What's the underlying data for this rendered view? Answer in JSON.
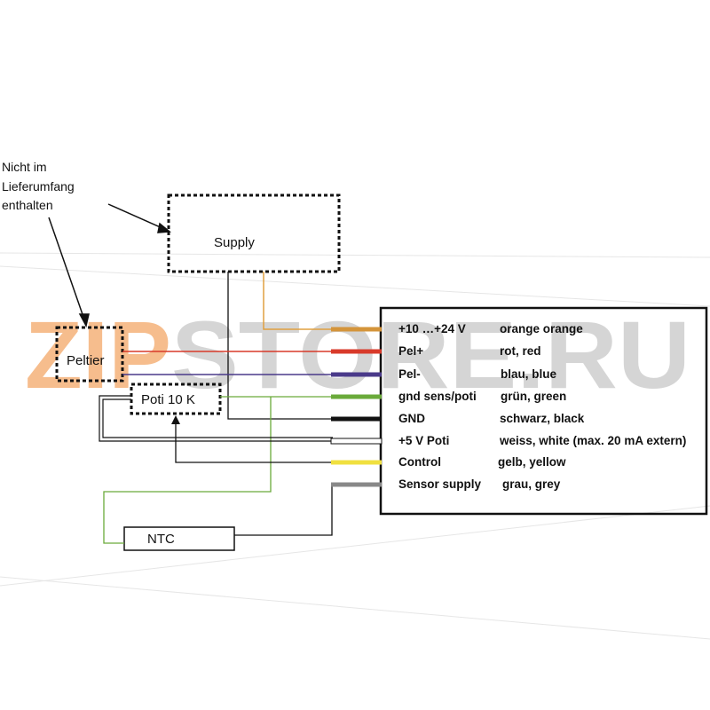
{
  "watermark": {
    "part1": "ZIP",
    "part2": "STORE.RU",
    "color1": "#f5b27a",
    "color2": "#c8c8c8"
  },
  "note": {
    "line1": "Nicht im",
    "line2": "Lieferumfang",
    "line3": "enthalten"
  },
  "components": {
    "supply": "Supply",
    "peltier": "Peltier",
    "poti": "Poti 10 K",
    "ntc": "NTC"
  },
  "pins": [
    {
      "name": "+10 …+24 V",
      "wire": "orange orange",
      "color": "#d4943a"
    },
    {
      "name": "Pel+",
      "wire": "rot, red",
      "color": "#d83a2a"
    },
    {
      "name": "Pel-",
      "wire": "blau, blue",
      "color": "#4a3a8a"
    },
    {
      "name": "gnd sens/poti",
      "wire": "grün, green",
      "color": "#6aaa3a"
    },
    {
      "name": "GND",
      "wire": "schwarz, black",
      "color": "#111111"
    },
    {
      "name": "+5 V Poti",
      "wire": "weiss, white (max. 20 mA extern)",
      "color": "#ffffff"
    },
    {
      "name": "Control",
      "wire": "gelb,  yellow",
      "color": "#f0e040"
    },
    {
      "name": "Sensor supply",
      "wire": "grau, grey",
      "color": "#888888"
    }
  ]
}
